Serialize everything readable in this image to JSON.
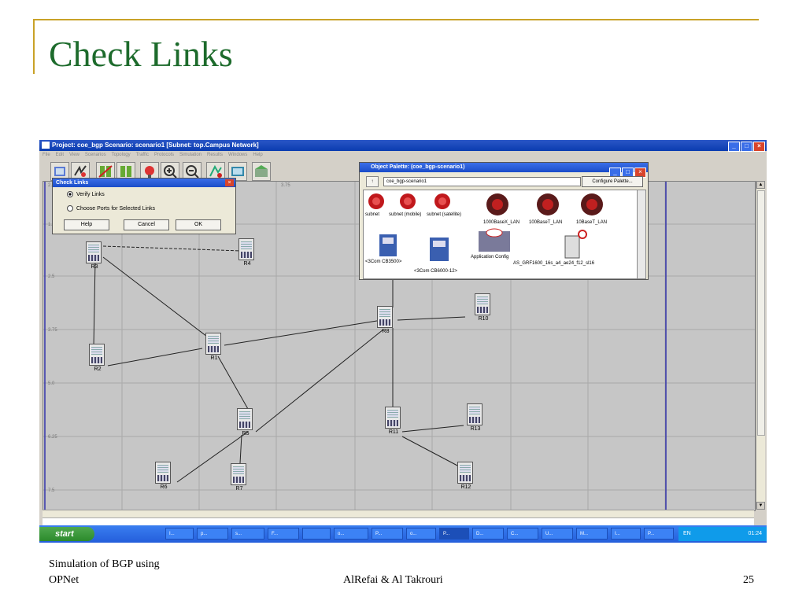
{
  "slide": {
    "title": "Check Links",
    "footer_left_line1": "Simulation of  BGP using",
    "footer_left_line2": "OPNet",
    "footer_center": "AlRefai & Al Takrouri",
    "page_number": "25"
  },
  "window": {
    "title": "Project: coe_bgp Scenario: scenario1  [Subnet: top.Campus Network]",
    "menu": [
      "File",
      "Edit",
      "View",
      "Scenarios",
      "Topology",
      "Traffic",
      "Protocols",
      "Simulation",
      "Results",
      "Windows",
      "Help"
    ]
  },
  "canvas": {
    "ticks_top": [
      "2.",
      "3.75"
    ],
    "ticks_left": [
      "1.",
      "2.5",
      "3.75",
      "5.0",
      "6.25",
      "7.5"
    ],
    "nodes": [
      {
        "id": "R3",
        "label": "R3"
      },
      {
        "id": "R4",
        "label": "R4"
      },
      {
        "id": "R2",
        "label": "R2"
      },
      {
        "id": "R1",
        "label": "R1"
      },
      {
        "id": "R8",
        "label": "R8"
      },
      {
        "id": "R10",
        "label": "R10"
      },
      {
        "id": "R5",
        "label": "R5"
      },
      {
        "id": "R6",
        "label": "R6"
      },
      {
        "id": "R7",
        "label": "R7"
      },
      {
        "id": "R11",
        "label": "R11"
      },
      {
        "id": "R13",
        "label": "R13"
      },
      {
        "id": "R12",
        "label": "R12"
      }
    ]
  },
  "check_links_dialog": {
    "title": "Check Links",
    "option1": "Verify Links",
    "option2": "Choose Ports for Selected Links",
    "help": "Help",
    "cancel": "Cancel",
    "ok": "OK"
  },
  "object_palette": {
    "title": "Object Palette: (coe_bgp-scenario1)",
    "selected": "coe_bgp-scenario1",
    "configure": "Configure Palette...",
    "items": {
      "subnet": "subnet",
      "subnet_mobile": "subnet (mobile)",
      "subnet_satellite": "subnet (satellite)",
      "lan1000": "1000BaseX_LAN",
      "lan100": "100BaseT_LAN",
      "lan10": "10BaseT_LAN",
      "cb3500": "<3Com CB3500>",
      "cb6000": "<3Com CB6000-12>",
      "app_config": "Application Config",
      "as_grf": "AS_GRF1600_16s_a4_ae24_f12_sl16"
    }
  },
  "taskbar": {
    "start": "start",
    "items": [
      "I...",
      "p...",
      "s...",
      "F...",
      "",
      "o...",
      "P...",
      "o...",
      "P...",
      "D...",
      "C...",
      "U...",
      "M...",
      "I...",
      "P..."
    ],
    "clock": "01:24",
    "lang": "EN"
  },
  "colors": {
    "title_green": "#1d6b2c",
    "rule_gold": "#c9a227",
    "xp_blue": "#245edb"
  }
}
